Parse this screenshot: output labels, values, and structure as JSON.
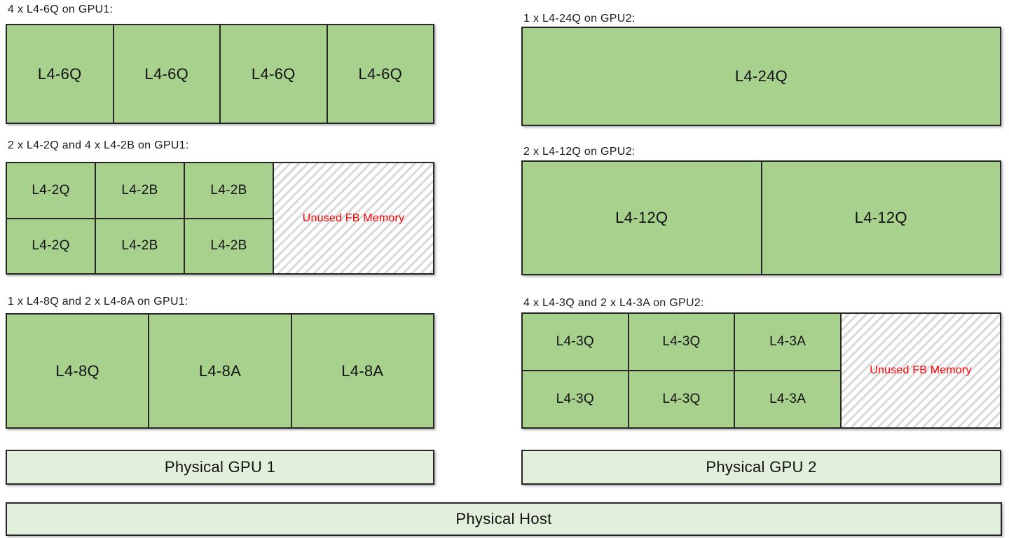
{
  "colors": {
    "vgpu_green": "#A9D18E",
    "bar_green": "#E2EFDA",
    "border": "#262626",
    "unused_text": "#FF0000",
    "hatch_stripe": "#D9D9D9"
  },
  "sections": {
    "gpu1_6q": {
      "label": "4 x L4-6Q on GPU1:",
      "cells": [
        "L4-6Q",
        "L4-6Q",
        "L4-6Q",
        "L4-6Q"
      ]
    },
    "gpu1_2q2b": {
      "label": "2 x L4-2Q and 4 x L4-2B on GPU1:",
      "rows": [
        [
          "L4-2Q",
          "L4-2B",
          "L4-2B"
        ],
        [
          "L4-2Q",
          "L4-2B",
          "L4-2B"
        ]
      ],
      "unused_label": "Unused FB Memory"
    },
    "gpu1_8q8a": {
      "label": "1 x L4-8Q and 2 x L4-8A on GPU1:",
      "cells": [
        "L4-8Q",
        "L4-8A",
        "L4-8A"
      ]
    },
    "gpu2_24q": {
      "label": "1 x L4-24Q on GPU2:",
      "cells": [
        "L4-24Q"
      ]
    },
    "gpu2_12q": {
      "label": "2 x L4-12Q on GPU2:",
      "cells": [
        "L4-12Q",
        "L4-12Q"
      ]
    },
    "gpu2_3q3a": {
      "label": "4 x L4-3Q and 2 x L4-3A on GPU2:",
      "rows": [
        [
          "L4-3Q",
          "L4-3Q",
          "L4-3A"
        ],
        [
          "L4-3Q",
          "L4-3Q",
          "L4-3A"
        ]
      ],
      "unused_label": "Unused FB Memory"
    }
  },
  "bars": {
    "gpu1": "Physical GPU 1",
    "gpu2": "Physical GPU 2",
    "host": "Physical Host"
  }
}
